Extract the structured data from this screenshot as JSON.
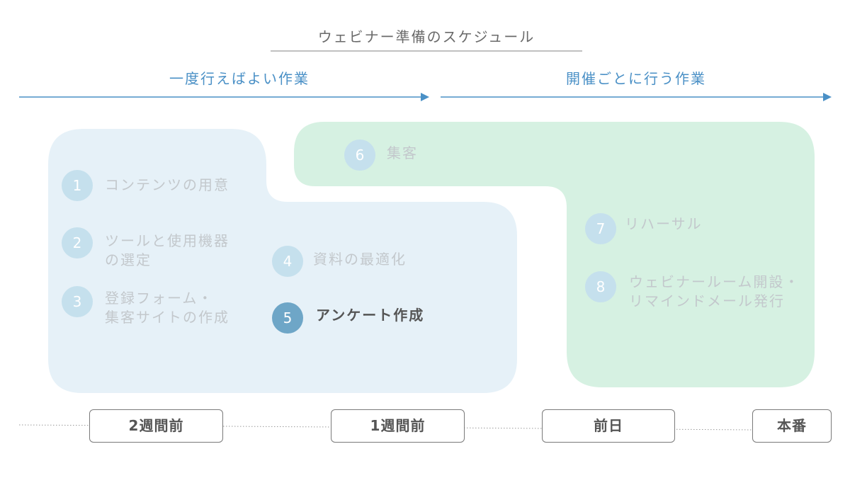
{
  "title": "ウェビナー準備のスケジュール",
  "phases": {
    "one_time": "一度行えばよい作業",
    "per_event": "開催ごとに行う作業"
  },
  "tasks": [
    {
      "number": "1",
      "lines": [
        "コンテンツの用意"
      ],
      "active": false
    },
    {
      "number": "2",
      "lines": [
        "ツールと使用機器",
        "の選定"
      ],
      "active": false
    },
    {
      "number": "3",
      "lines": [
        "登録フォーム・",
        "集客サイトの作成"
      ],
      "active": false
    },
    {
      "number": "4",
      "lines": [
        "資料の最適化"
      ],
      "active": false
    },
    {
      "number": "5",
      "lines": [
        "アンケート作成"
      ],
      "active": true
    },
    {
      "number": "6",
      "lines": [
        "集客"
      ],
      "active": false
    },
    {
      "number": "7",
      "lines": [
        "リハーサル"
      ],
      "active": false
    },
    {
      "number": "8",
      "lines": [
        "ウェビナールーム開設・",
        "リマインドメール発行"
      ],
      "active": false
    }
  ],
  "timeline": [
    "2週間前",
    "1週間前",
    "前日",
    "本番"
  ],
  "colors": {
    "accent_blue": "#4a90c6",
    "one_time_area": "#e6f1f8",
    "per_event_area": "#d6f1e2",
    "inactive_badge": "#c5e0ed",
    "inactive_text": "#c3c8cc",
    "active_badge": "#6ea6c7",
    "active_text": "#555555"
  }
}
